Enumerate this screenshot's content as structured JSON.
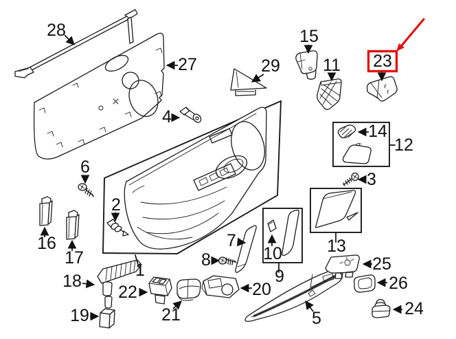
{
  "colors": {
    "highlight": "#df1410",
    "line": "#1a1a1a",
    "background": "#ffffff"
  },
  "highlighted_part": "23",
  "labels": {
    "p1": "1",
    "p2": "2",
    "p3": "3",
    "p4": "4",
    "p5": "5",
    "p6": "6",
    "p7": "7",
    "p8": "8",
    "p9": "9",
    "p10": "10",
    "p11": "11",
    "p12": "12",
    "p13": "13",
    "p14": "14",
    "p15": "15",
    "p16": "16",
    "p17": "17",
    "p18": "18",
    "p19": "19",
    "p20": "20",
    "p21": "21",
    "p22": "22",
    "p23": "23",
    "p24": "24",
    "p25": "25",
    "p26": "26",
    "p27": "27",
    "p28": "28",
    "p29": "29"
  }
}
